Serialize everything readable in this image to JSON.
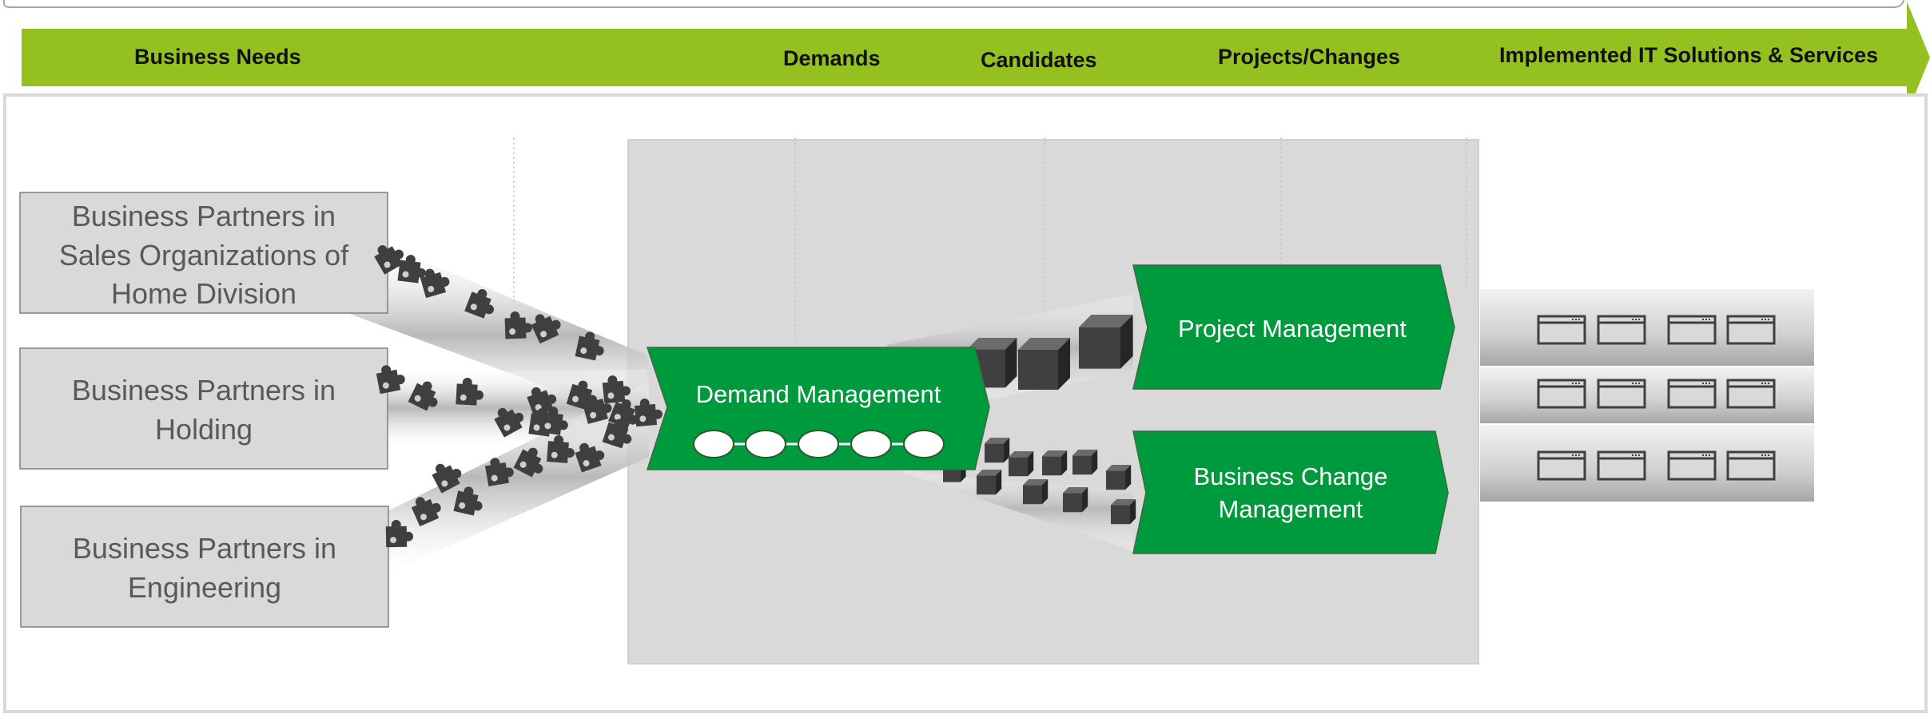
{
  "colors": {
    "arrow_green": "#94C11F",
    "process_green": "#009A3E",
    "partner_box_fill": "#D9D9D9",
    "partner_box_stroke": "#7F7F7F",
    "center_area": "#D9D9D9",
    "icon_dark": "#3F3F3F"
  },
  "stages": {
    "business_needs": "Business Needs",
    "demands": "Demands",
    "candidates": "Candidates",
    "projects_changes": "Projects/Changes",
    "implemented": "Implemented IT Solutions & Services"
  },
  "partners": {
    "sales": [
      "Business Partners in",
      "Sales Organizations of",
      "Home Division"
    ],
    "holding": [
      "Business Partners in",
      "Holding"
    ],
    "engineering": [
      "Business Partners in",
      "Engineering"
    ]
  },
  "processes": {
    "demand_management": "Demand Management",
    "project_management": "Project Management",
    "business_change_management": [
      "Business Change",
      "Management"
    ]
  },
  "icons": {
    "business_need": "puzzle-piece-icon",
    "demand_item": "oval-icon",
    "candidate": "cube-icon",
    "it_solution": "window-icon"
  }
}
